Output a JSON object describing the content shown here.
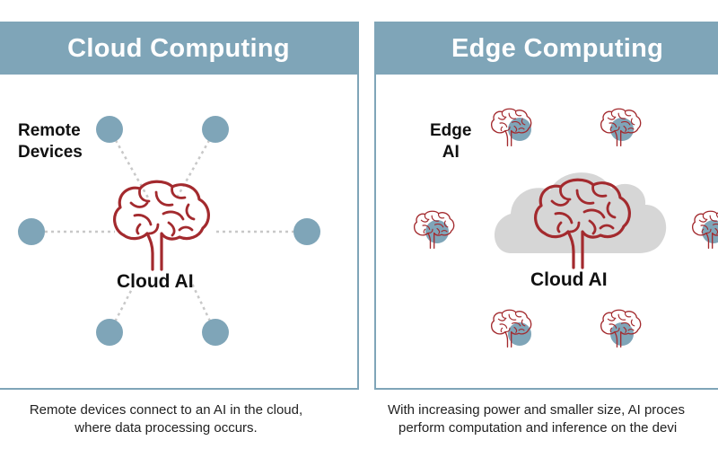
{
  "cloud_panel": {
    "title": "Cloud Computing",
    "remote_devices_line1": "Remote",
    "remote_devices_line2": "Devices",
    "cloud_ai_label": "Cloud AI",
    "caption_line1": "Remote devices connect to an AI in the cloud,",
    "caption_line2": "where data processing occurs."
  },
  "edge_panel": {
    "title": "Edge Computing",
    "edge_ai_line1": "Edge",
    "edge_ai_line2": "AI",
    "cloud_ai_label": "Cloud AI",
    "caption_line1": "With increasing power and smaller size, AI proces",
    "caption_line2": "perform computation and inference on the devi"
  },
  "colors": {
    "header_bg": "#7fa5b8",
    "device_node": "#7fa5b8",
    "brain": "#a32a2e",
    "cloud": "#d6d6d6",
    "connector": "#c8c8c8"
  },
  "icons": [
    "brain-icon",
    "cloud-icon",
    "device-node-icon"
  ]
}
